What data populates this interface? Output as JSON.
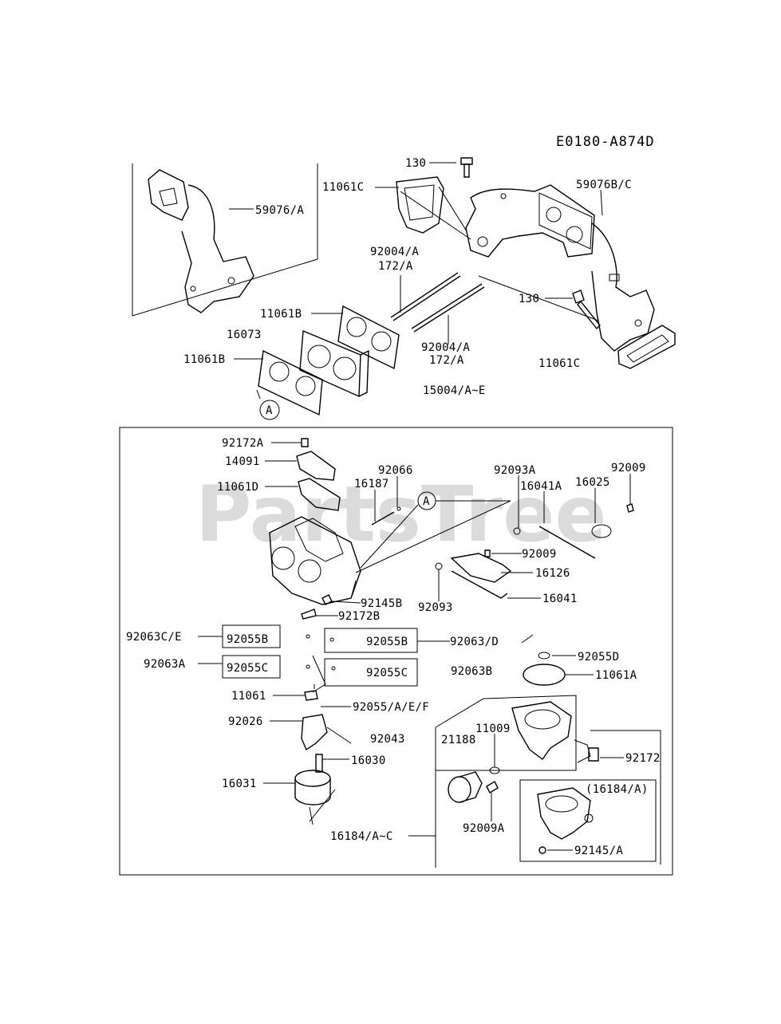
{
  "diagram_code": "E0180-A874D",
  "watermark": "PartsTree",
  "callout_marker": "A",
  "upper_labels": {
    "l_59076A": "59076/A",
    "l_130_top": "130",
    "l_11061C_top": "11061C",
    "l_59076BC": "59076B/C",
    "l_92004A_top": "92004/A",
    "l_172A_top": "172/A",
    "l_11061B_upper": "11061B",
    "l_16073": "16073",
    "l_11061B_lower": "11061B",
    "l_92004A_mid": "92004/A",
    "l_172A_mid": "172/A",
    "l_130_mid": "130",
    "l_11061C_mid": "11061C",
    "l_15004": "15004/A~E"
  },
  "lower_labels": {
    "l_92172A": "92172A",
    "l_14091": "14091",
    "l_11061D": "11061D",
    "l_16187": "16187",
    "l_92066": "92066",
    "l_92093A": "92093A",
    "l_16041A": "16041A",
    "l_16025": "16025",
    "l_92009_r": "92009",
    "l_92009_m": "92009",
    "l_16126": "16126",
    "l_92145B": "92145B",
    "l_92093": "92093",
    "l_16041": "16041",
    "l_92172B": "92172B",
    "l_92063CE": "92063C/E",
    "l_92055B_l": "92055B",
    "l_92055B_r": "92055B",
    "l_92063D": "92063/D",
    "l_92063A": "92063A",
    "l_92055C_l": "92055C",
    "l_92055C_r": "92055C",
    "l_92063B": "92063B",
    "l_92055D": "92055D",
    "l_11061A": "11061A",
    "l_11061": "11061",
    "l_92055AEF": "92055/A/E/F",
    "l_92026": "92026",
    "l_92043": "92043",
    "l_11009": "11009",
    "l_21188": "21188",
    "l_92172": "92172",
    "l_16030": "16030",
    "l_16031": "16031",
    "l_16184A_box": "(16184/A)",
    "l_92009A": "92009A",
    "l_16184AC": "16184/A~C",
    "l_92145A": "92145/A"
  }
}
